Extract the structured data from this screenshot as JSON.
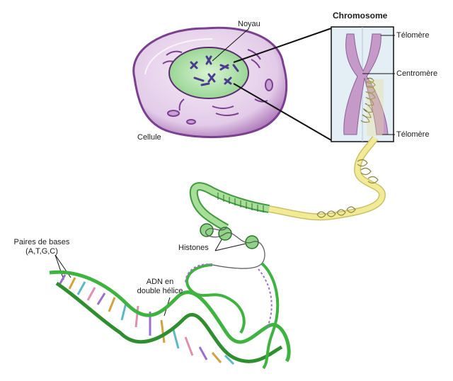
{
  "labels": {
    "noyau": "Noyau",
    "chromosome": "Chromosome",
    "telomere_top": "Télomère",
    "centromere": "Centromère",
    "telomere_bottom": "Télomère",
    "cellule": "Cellule",
    "histones": "Histones",
    "paires_line1": "Paires de bases",
    "paires_line2": "(A,T,G,C)",
    "adn_line1": "ADN en",
    "adn_line2": "double hélice"
  },
  "colors": {
    "cell_membrane": "#7b3f8f",
    "cell_fill": "#e6d2ec",
    "nucleus": "#b7e6b4",
    "chromosome": "#c59ac8",
    "fiber": "#f2eb95",
    "helix": "#3fb33f",
    "base_pairs": [
      "#9b6fcf",
      "#d4a03c",
      "#5fb7c8",
      "#e08fb0"
    ]
  }
}
